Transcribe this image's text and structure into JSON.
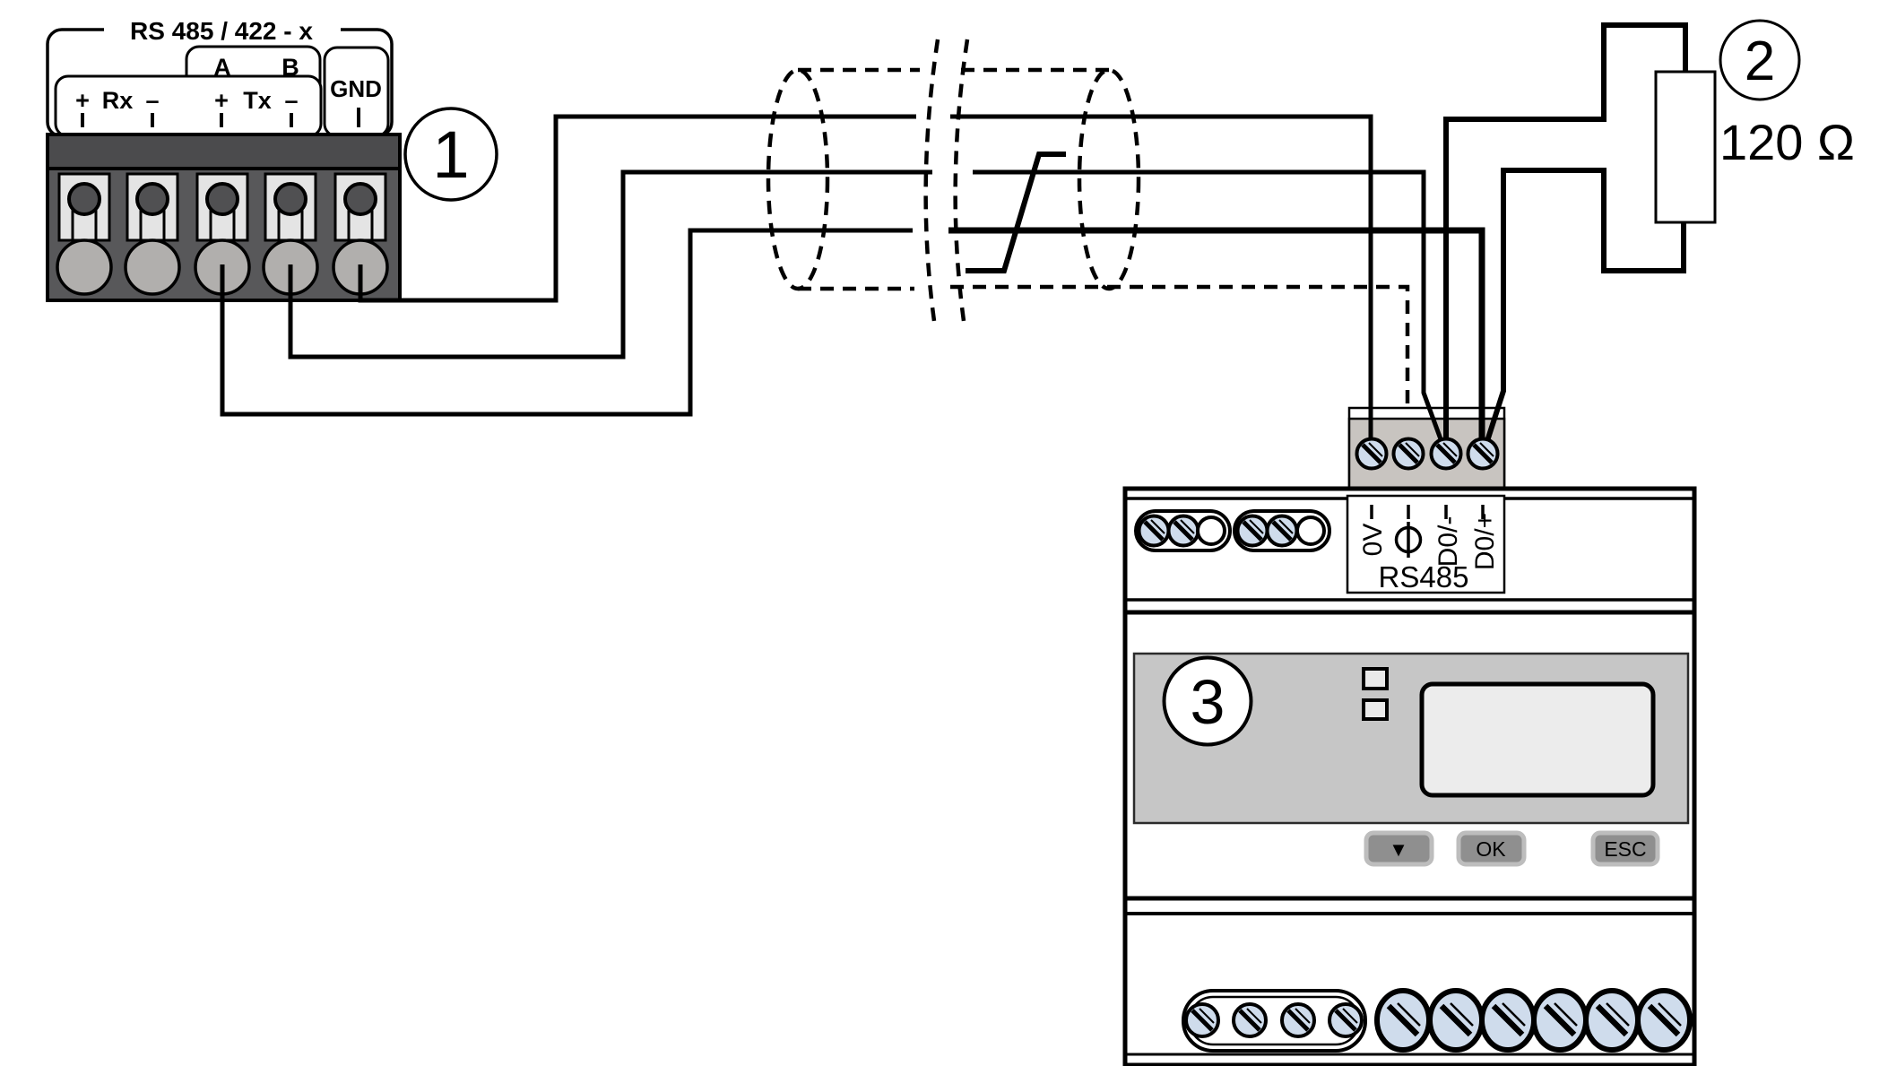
{
  "block1": {
    "title": "RS 485 / 422 - x",
    "pair_a": "A",
    "pair_b": "B",
    "rx_plus": "+",
    "rx_label": "Rx",
    "rx_minus": "–",
    "tx_plus": "+",
    "tx_label": "Tx",
    "tx_minus": "–",
    "gnd_label": "GND",
    "callout": "1"
  },
  "resistor": {
    "callout": "2",
    "value": "120 Ω"
  },
  "meter": {
    "callout": "3",
    "port_label": "RS485",
    "terminal_0v": "0V",
    "terminal_d0_minus": "D0/-",
    "terminal_d0_plus": "D0/+",
    "btn_down": "▼",
    "btn_ok": "OK",
    "btn_esc": "ESC"
  },
  "colors": {
    "line": "#000000",
    "block1_body": "#58585a",
    "block1_bar": "#4b4b4d",
    "block1_slot": "#e4e4e4",
    "block1_hole": "#b1afad",
    "rs485_block": "#c8c4c0",
    "screw_fill": "#cfdcec",
    "panel": "#c6c6c6",
    "display": "#ececec",
    "button": "#8f8f8f",
    "button_border": "#bdbdbd"
  }
}
